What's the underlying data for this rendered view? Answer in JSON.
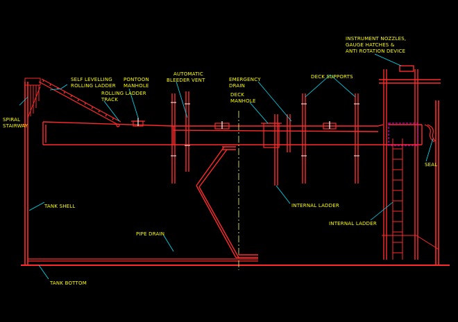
{
  "diagram": {
    "colors": {
      "background": "#000000",
      "structure": "#ff2a2a",
      "label": "#ffff00",
      "leader": "#00e5ff",
      "highlight": "#ff00ff",
      "centerline": "#ffff66",
      "detail": "#ffffff"
    },
    "labels": {
      "self_levelling_ladder_1": "SELF LEVELLING",
      "self_levelling_ladder_2": "ROLLING LADDER",
      "pontoon_manhole_1": "PONTOON",
      "pontoon_manhole_2": "MANHOLE",
      "rolling_ladder_track_1": "ROLLING LADDER",
      "rolling_ladder_track_2": "TRACK",
      "automatic_bleeder_vent_1": "AUTOMATIC",
      "automatic_bleeder_vent_2": "BLEEDER VENT",
      "emergency_drain_1": "EMERGENCY",
      "emergency_drain_2": "DRAIN",
      "deck_manhole_1": "DECK",
      "deck_manhole_2": "MANHOLE",
      "deck_supports": "DECK SUPPORTS",
      "instrument_1": "INSTRUMENT NOZZLES,",
      "instrument_2": "GAUGE HATCHES &",
      "instrument_3": "ANTI ROTATION DEVICE",
      "spiral_stairway_1": "SPIRAL",
      "spiral_stairway_2": "STAIRWAY",
      "seal": "SEAL",
      "tank_shell": "TANK SHELL",
      "pipe_drain": "PIPE DRAIN",
      "internal_ladder_center": "INTERNAL LADDER",
      "internal_ladder_right": "INTERNAL LADDER",
      "tank_bottom": "TANK BOTTOM"
    }
  }
}
